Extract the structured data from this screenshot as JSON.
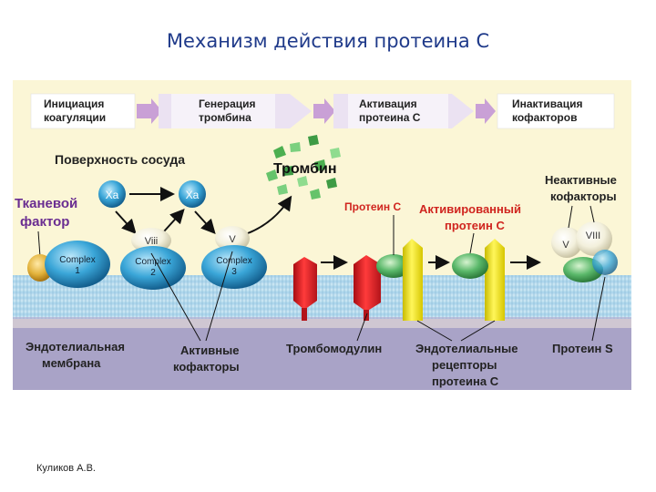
{
  "title": "Механизм действия протеина С",
  "author": "Куликов А.В.",
  "steps": [
    {
      "line1": "Инициация",
      "line2": "коагуляции"
    },
    {
      "line1": "Генерация",
      "line2": "тромбина"
    },
    {
      "line1": "Активация",
      "line2": "протеина С"
    },
    {
      "line1": "Инактивация",
      "line2": "кофакторов"
    }
  ],
  "vessel_surface": "Поверхность сосуда",
  "thrombin": "Тромбин",
  "tissue_factor": {
    "line1": "Тканевой",
    "line2": "фактор"
  },
  "xa1": "Xa",
  "xa2": "Xa",
  "viii": "Viii",
  "v": "V",
  "complex": [
    {
      "l1": "Complex",
      "l2": "1"
    },
    {
      "l1": "Complex",
      "l2": "2"
    },
    {
      "l1": "Complex",
      "l2": "3"
    }
  ],
  "protein_c": "Протеин С",
  "activated": {
    "line1": "Активированный",
    "line2": "протеин С"
  },
  "inactive": {
    "line1": "Неактивные",
    "line2": "кофакторы"
  },
  "inactive_v": "V",
  "inactive_viii": "VIII",
  "bottom_labels": {
    "membrane": {
      "line1": "Эндотелиальная",
      "line2": "мембрана"
    },
    "active_cofactors": {
      "line1": "Активные",
      "line2": "кофакторы"
    },
    "thrombomodulin": "Тромбомодулин",
    "receptors": {
      "line1": "Эндотелиальные",
      "line2": "рецепторы",
      "line3": "протеина С"
    },
    "protein_s": "Протеин S"
  },
  "colors": {
    "title": "#1f3a8a",
    "panel_bg": "#fbf6d6",
    "step_arrow": "#c9a0d6",
    "membrane_band": "#b3d9ec",
    "lower_region": "#a9a3c7",
    "tissue_factor_text": "#6a2d91",
    "protein_c_text": "#d0251f",
    "cyan_protein": "#3aa6d8",
    "green_protein": "#5ab86a",
    "thrombomodulin": "#e21f26",
    "receptor": "#f2e400"
  }
}
